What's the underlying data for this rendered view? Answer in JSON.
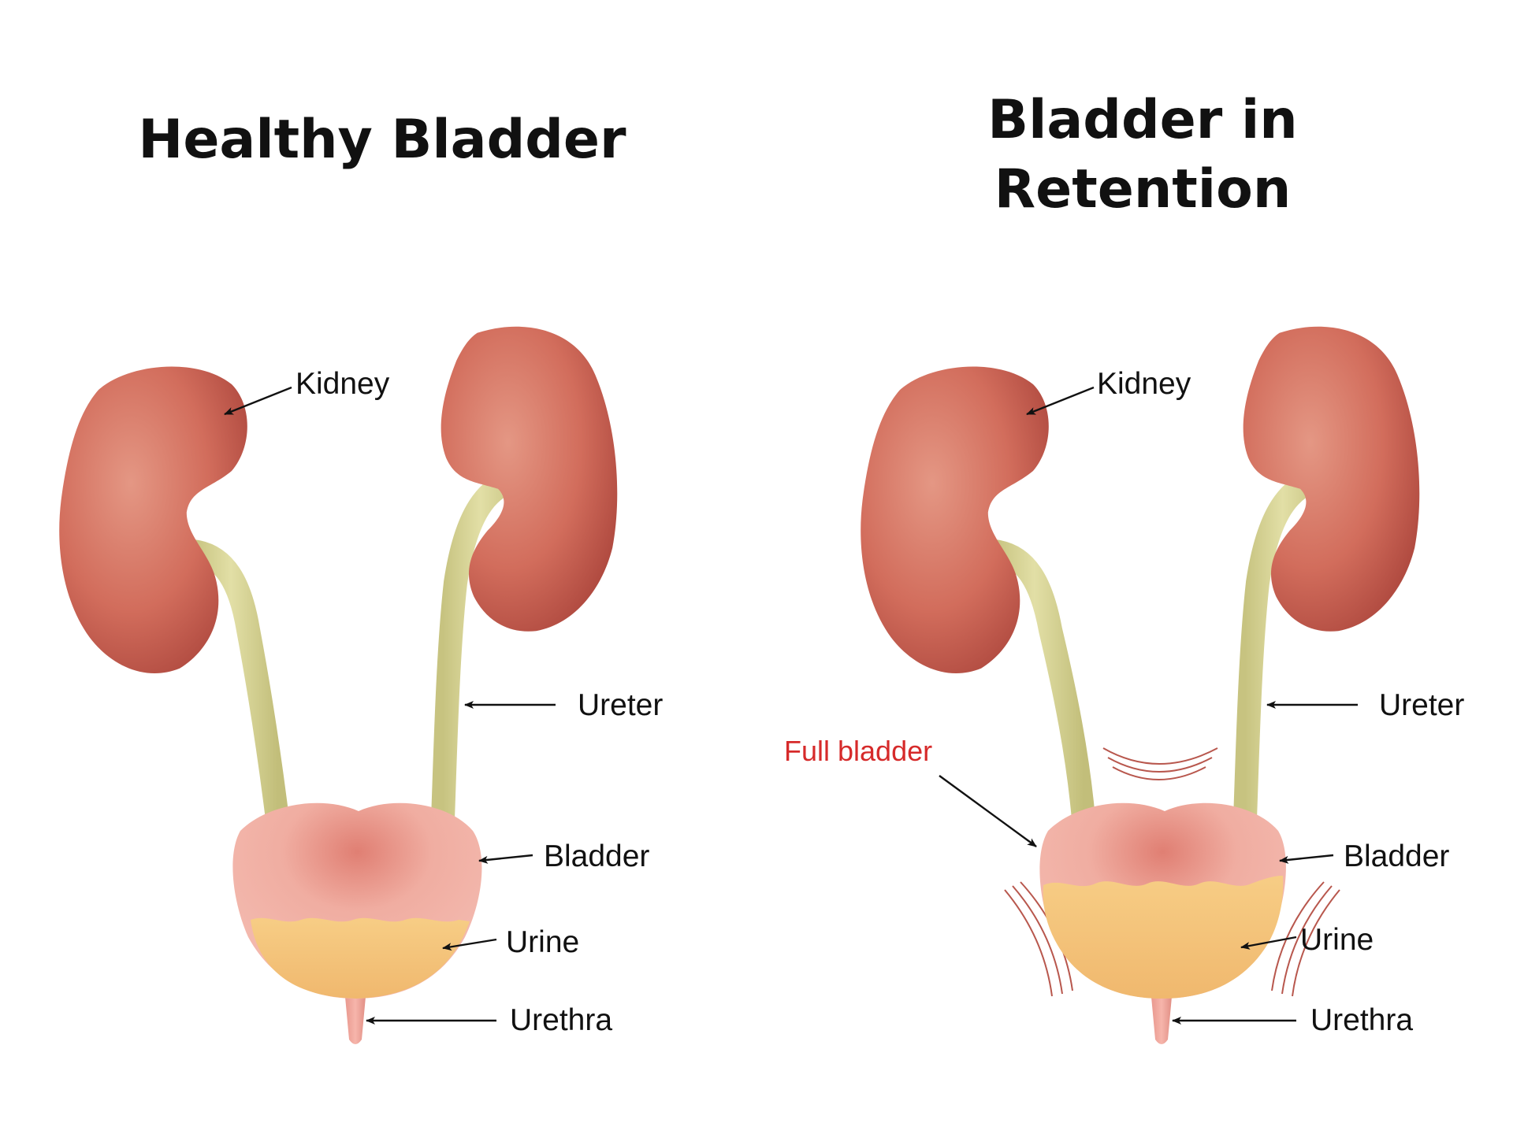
{
  "colors": {
    "kidney": "#d5705f",
    "kidney_dark": "#b44f45",
    "kidney_light": "#e59580",
    "ureter": "#d9d69a",
    "ureter_edge": "#c3bf7c",
    "bladder": "#f2b5aa",
    "bladder_top": "#e89385",
    "urine": "#f5c67c",
    "urethra": "#f0a49a",
    "alert": "#d62a2a",
    "strain": "#b8574d"
  },
  "healthy": {
    "title": "Healthy Bladder",
    "labels": {
      "kidney": "Kidney",
      "ureter": "Ureter",
      "bladder": "Bladder",
      "urine": "Urine",
      "urethra": "Urethra"
    }
  },
  "retention": {
    "title_line1": "Bladder in",
    "title_line2": "Retention",
    "labels": {
      "kidney": "Kidney",
      "ureter": "Ureter",
      "bladder": "Bladder",
      "urine": "Urine",
      "urethra": "Urethra",
      "full_bladder": "Full bladder"
    }
  }
}
